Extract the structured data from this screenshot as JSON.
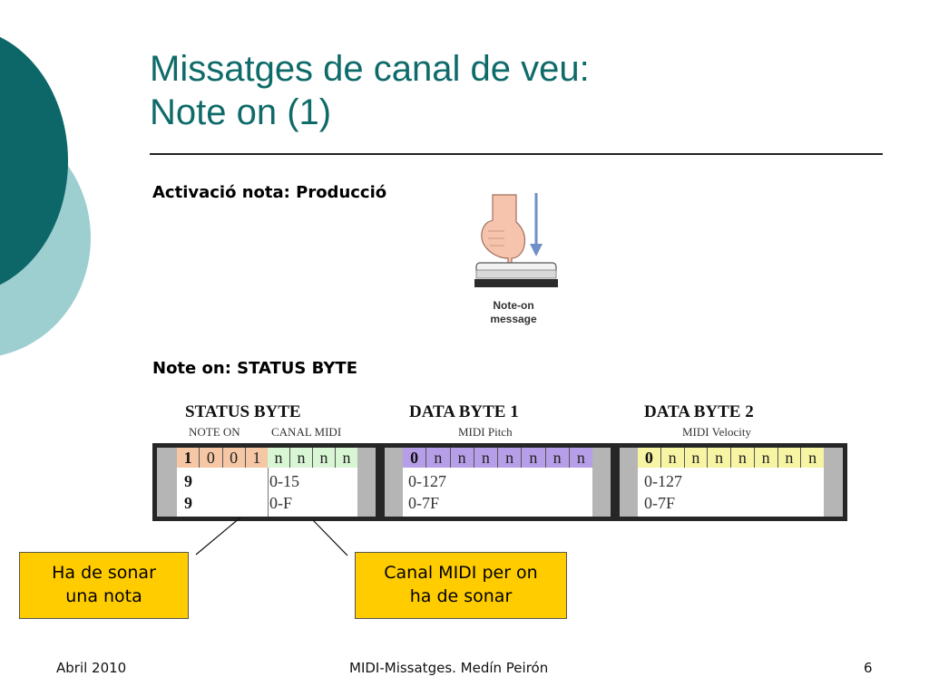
{
  "slide": {
    "title_line1": "Missatges de canal de veu:",
    "title_line2": "Note on (1)",
    "subtitle1": "Activació nota: Producció",
    "subtitle2": "Note on: STATUS BYTE"
  },
  "illustration": {
    "caption_line1": "Note-on",
    "caption_line2": "message",
    "icons": [
      "pointing-hand-icon",
      "down-arrow-icon",
      "piano-key-icon"
    ]
  },
  "diagram": {
    "status": {
      "header": "STATUS BYTE",
      "sub_left": "NOTE ON",
      "sub_right": "CANAL MIDI",
      "bits_high": [
        "1",
        "0",
        "0",
        "1"
      ],
      "bits_low": [
        "n",
        "n",
        "n",
        "n"
      ],
      "row2_left": "9",
      "row2_right": "0-15",
      "row3_left": "9",
      "row3_right": "0-F"
    },
    "data1": {
      "header": "DATA BYTE 1",
      "sub": "MIDI Pitch",
      "bits": [
        "0",
        "n",
        "n",
        "n",
        "n",
        "n",
        "n",
        "n"
      ],
      "row2": "0-127",
      "row3": "0-7F"
    },
    "data2": {
      "header": "DATA BYTE 2",
      "sub": "MIDI Velocity",
      "bits": [
        "0",
        "n",
        "n",
        "n",
        "n",
        "n",
        "n",
        "n"
      ],
      "row2": "0-127",
      "row3": "0-7F"
    }
  },
  "callouts": {
    "left_line1": "Ha de sonar",
    "left_line2": "una nota",
    "right_line1": "Canal MIDI per on",
    "right_line2": "ha de sonar"
  },
  "footer": {
    "date": "Abril 2010",
    "center": "MIDI-Missatges. Medín Peirón",
    "page": "6"
  },
  "colors": {
    "title": "#0f6b69",
    "deco_dark": "#0d6668",
    "deco_light": "#9dcfd1",
    "callout_fill": "#ffcc00",
    "bit_orange": "#f6c7a4",
    "bit_green": "#d8f6d4",
    "bit_purple": "#b79ee8",
    "bit_yellow": "#f7f5a3"
  }
}
